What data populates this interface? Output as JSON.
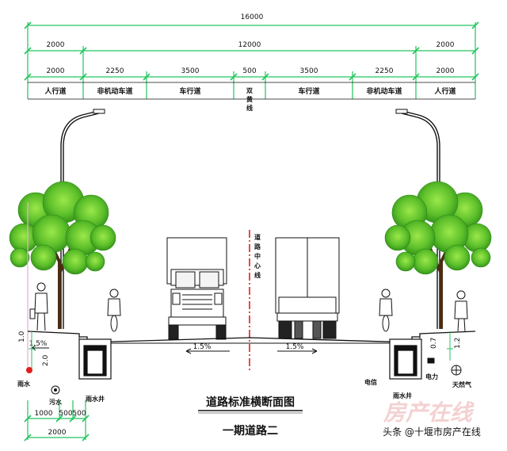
{
  "drawing": {
    "title": "道路标准横断面图",
    "subtitle": "一期道路二"
  },
  "top_dimensions": {
    "total": "16000",
    "row2": [
      "2000",
      "12000",
      "2000"
    ],
    "row3": [
      "2000",
      "2250",
      "3500",
      "500",
      "3500",
      "2250",
      "2000"
    ],
    "lanes": [
      "人行道",
      "非机动车道",
      "车行道",
      "双黄线",
      "车行道",
      "非机动车道",
      "人行道"
    ]
  },
  "centerline_label": "道路中心线",
  "slopes": {
    "left_sidewalk": "1.5%",
    "left_carriage": "1.5%",
    "right_carriage": "1.5%"
  },
  "utilities": {
    "left_rain_pipe": "雨水",
    "left_sewage": "污水",
    "left_inlet": "雨水井",
    "right_inlet": "雨水井",
    "right_telecom": "电信",
    "right_power": "电力",
    "right_gas": "天然气",
    "left_depth_1": "1.0",
    "left_depth_2": "2.0",
    "right_depth_1": "0.7",
    "right_depth_2": "1.2"
  },
  "bottom_dimensions": {
    "row1": [
      "1000",
      "500",
      "500"
    ],
    "total": "2000"
  },
  "watermark": {
    "logo": "房产在线",
    "credit": "头条 @十堰市房产在线"
  },
  "colors": {
    "dim_line": "#22c55e",
    "centerline": "#e11d1d",
    "tree_light": "#7ed321",
    "tree_dark": "#2f8f1a"
  }
}
